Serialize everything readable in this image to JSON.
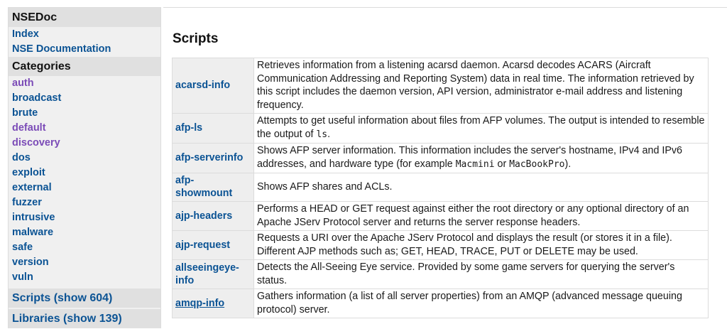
{
  "sidebar": {
    "title": "NSEDoc",
    "links": [
      {
        "label": "Index",
        "visited": false
      },
      {
        "label": "NSE Documentation",
        "visited": false
      }
    ],
    "categories_heading": "Categories",
    "categories": [
      {
        "label": "auth",
        "visited": true
      },
      {
        "label": "broadcast",
        "visited": false
      },
      {
        "label": "brute",
        "visited": false
      },
      {
        "label": "default",
        "visited": true
      },
      {
        "label": "discovery",
        "visited": true
      },
      {
        "label": "dos",
        "visited": false
      },
      {
        "label": "exploit",
        "visited": false
      },
      {
        "label": "external",
        "visited": false
      },
      {
        "label": "fuzzer",
        "visited": false
      },
      {
        "label": "intrusive",
        "visited": false
      },
      {
        "label": "malware",
        "visited": false
      },
      {
        "label": "safe",
        "visited": false
      },
      {
        "label": "version",
        "visited": false
      },
      {
        "label": "vuln",
        "visited": false
      }
    ],
    "scripts_link": "Scripts (show 604)",
    "libraries_link": "Libraries (show 139)"
  },
  "main": {
    "title": "Scripts",
    "rows": [
      {
        "name": "acarsd-info",
        "desc": [
          {
            "t": "Retrieves information from a listening acarsd daemon. Acarsd decodes ACARS (Aircraft Communication Addressing and Reporting System) data in real time. The information retrieved by this script includes the daemon version, API version, administrator e-mail address and listening frequency."
          }
        ]
      },
      {
        "name": "afp-ls",
        "desc": [
          {
            "t": "Attempts to get useful information about files from AFP volumes. The output is intended to resemble the output of "
          },
          {
            "t": "ls",
            "code": true
          },
          {
            "t": "."
          }
        ]
      },
      {
        "name": "afp-serverinfo",
        "desc": [
          {
            "t": "Shows AFP server information. This information includes the server's hostname, IPv4 and IPv6 addresses, and hardware type (for example "
          },
          {
            "t": "Macmini",
            "code": true
          },
          {
            "t": " or "
          },
          {
            "t": "MacBookPro",
            "code": true
          },
          {
            "t": ")."
          }
        ]
      },
      {
        "name": "afp-showmount",
        "desc": [
          {
            "t": "Shows AFP shares and ACLs."
          }
        ]
      },
      {
        "name": "ajp-headers",
        "desc": [
          {
            "t": "Performs a HEAD or GET request against either the root directory or any optional directory of an Apache JServ Protocol server and returns the server response headers."
          }
        ]
      },
      {
        "name": "ajp-request",
        "desc": [
          {
            "t": "Requests a URI over the Apache JServ Protocol and displays the result (or stores it in a file). Different AJP methods such as; GET, HEAD, TRACE, PUT or DELETE may be used."
          }
        ]
      },
      {
        "name": "allseeingeye-info",
        "desc": [
          {
            "t": "Detects the All-Seeing Eye service. Provided by some game servers for querying the server's status."
          }
        ]
      },
      {
        "name": "amqp-info",
        "hover": true,
        "desc": [
          {
            "t": "Gathers information (a list of all server properties) from an AMQP (advanced message queuing protocol) server."
          }
        ]
      }
    ]
  }
}
